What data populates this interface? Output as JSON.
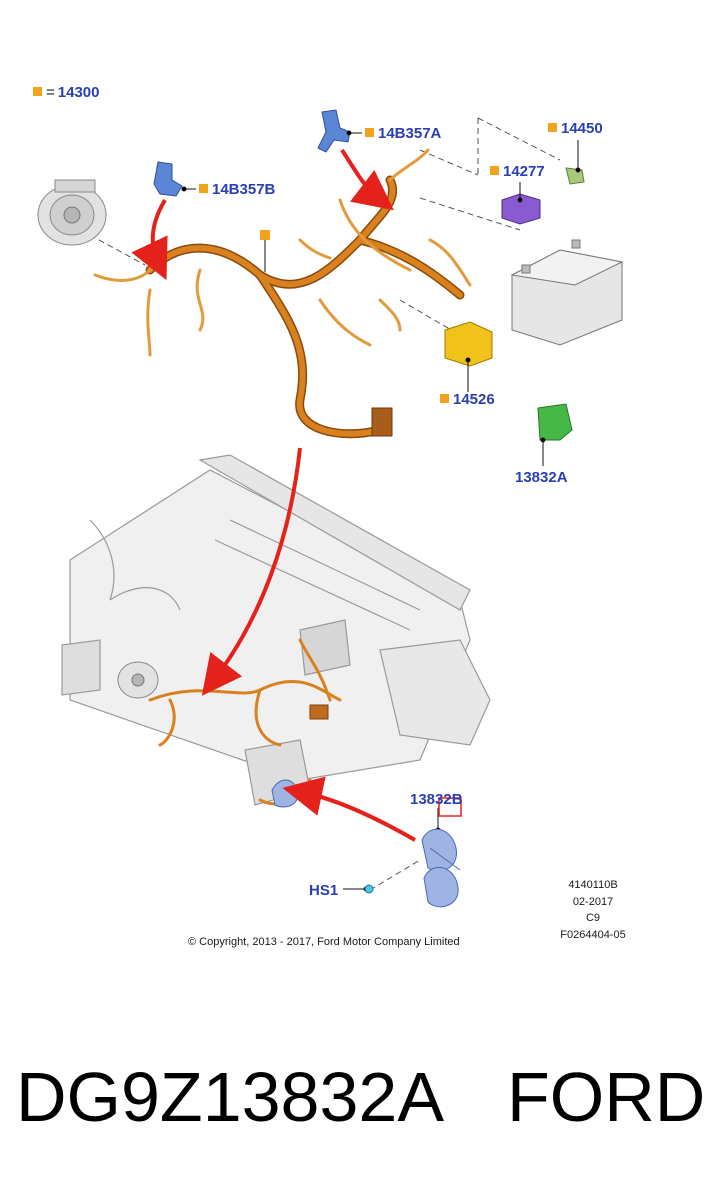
{
  "legend": {
    "symbol": "=",
    "code": "14300"
  },
  "callouts": {
    "c14b357a": "14B357A",
    "c14450": "14450",
    "c14277": "14277",
    "c14b357b": "14B357B",
    "c14526": "14526",
    "c13832a": "13832A",
    "c13832b": "13832B",
    "chs1": "HS1"
  },
  "meta": {
    "ref": "4140110B",
    "date": "02-2017",
    "code": "C9",
    "file": "F0264404-05"
  },
  "copyright": "© Copyright, 2013 - 2017, Ford Motor Company Limited",
  "part_number": "DG9Z13832A",
  "brand": "FORD",
  "colors": {
    "harness": "#d9801f",
    "marker": "#f3a31b",
    "label": "#2a3fb0",
    "arrow": "#e4221b",
    "sensor_blue": "#5b86d6",
    "connector_purple": "#8a5ad0",
    "connector_yellow": "#f0c21a",
    "relay_green": "#46b848",
    "part_gray": "#c8c8c8"
  }
}
